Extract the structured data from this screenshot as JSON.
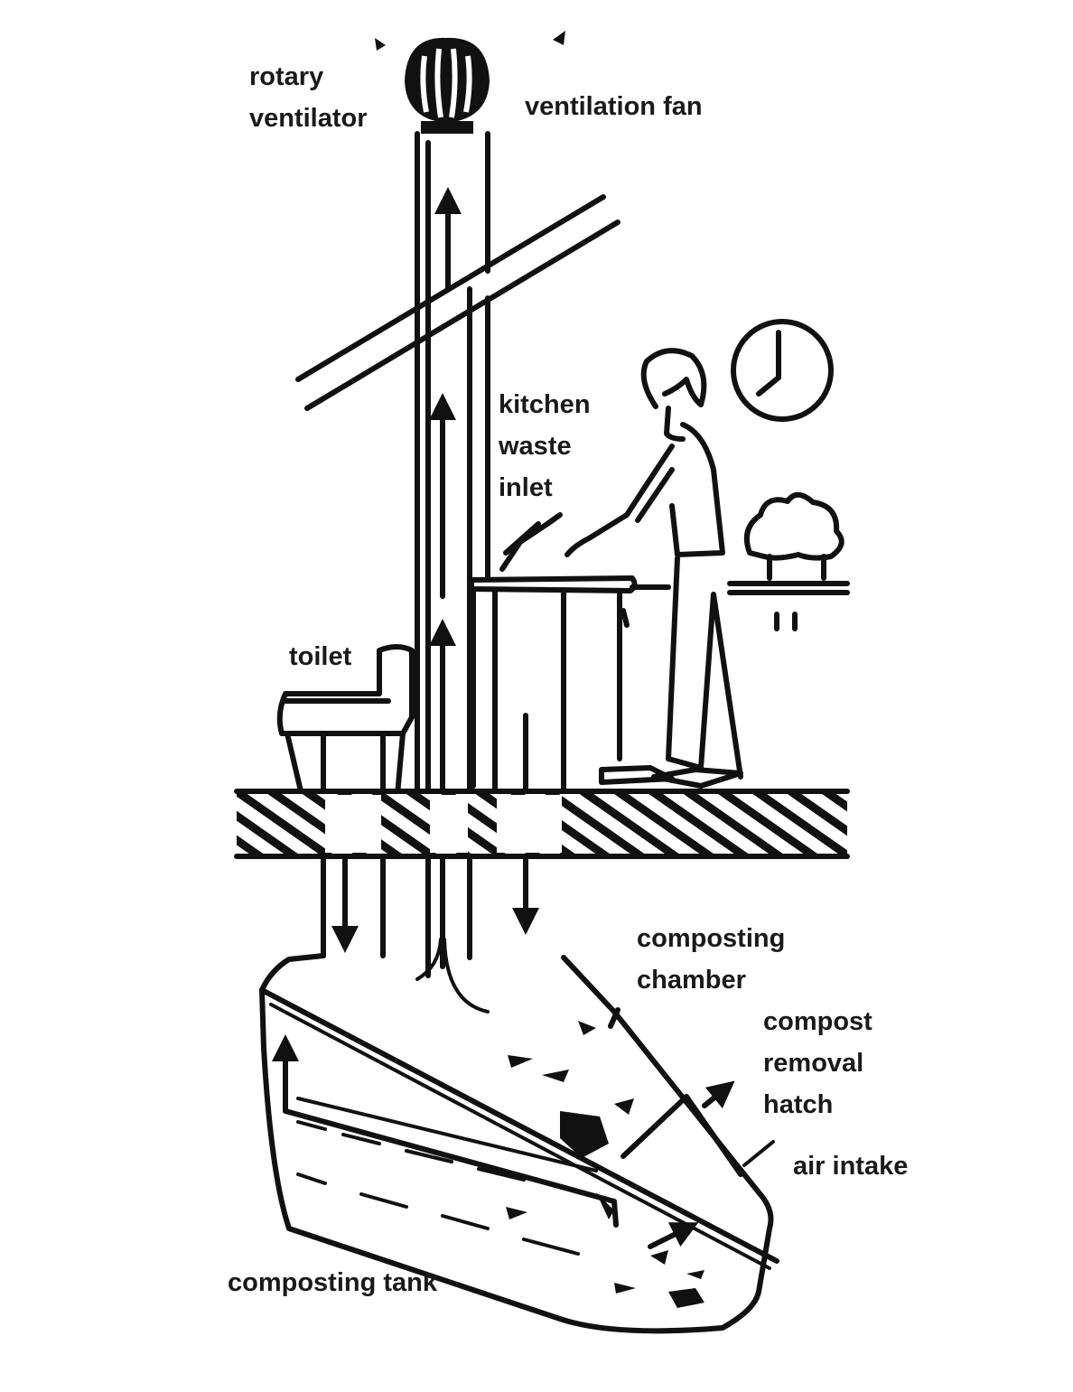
{
  "labels": {
    "rotary_ventilator": [
      "rotary",
      "ventilator"
    ],
    "ventilation_fan": "ventilation fan",
    "kitchen_waste_inlet": [
      "kitchen",
      "waste",
      "inlet"
    ],
    "toilet": "toilet",
    "composting_chamber": [
      "composting",
      "chamber"
    ],
    "compost_removal_hatch": [
      "compost",
      "removal",
      "hatch"
    ],
    "air_intake": "air intake",
    "composting_tank": "composting tank"
  },
  "colors": {
    "ink": "#111111",
    "background": "#ffffff"
  }
}
